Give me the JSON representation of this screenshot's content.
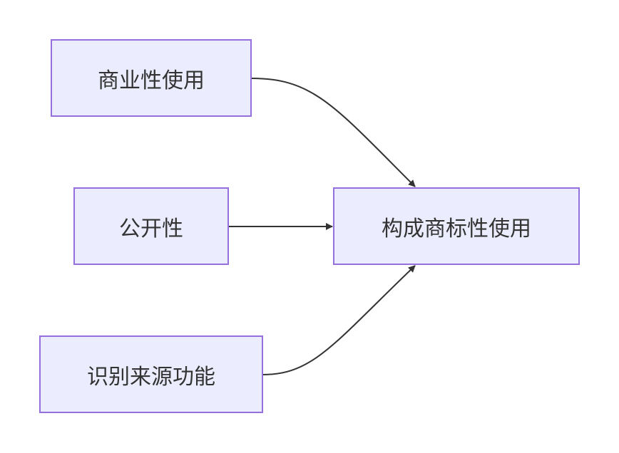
{
  "nodes": {
    "commercial_use": "商业性使用",
    "publicity": "公开性",
    "source_identification": "识别来源功能",
    "trademark_use": "构成商标性使用"
  },
  "edges": [
    {
      "from": "commercial_use",
      "to": "trademark_use"
    },
    {
      "from": "publicity",
      "to": "trademark_use"
    },
    {
      "from": "source_identification",
      "to": "trademark_use"
    }
  ],
  "colors": {
    "node_fill": "#ececff",
    "node_border": "#9370db",
    "text": "#333333",
    "edge": "#333333"
  }
}
